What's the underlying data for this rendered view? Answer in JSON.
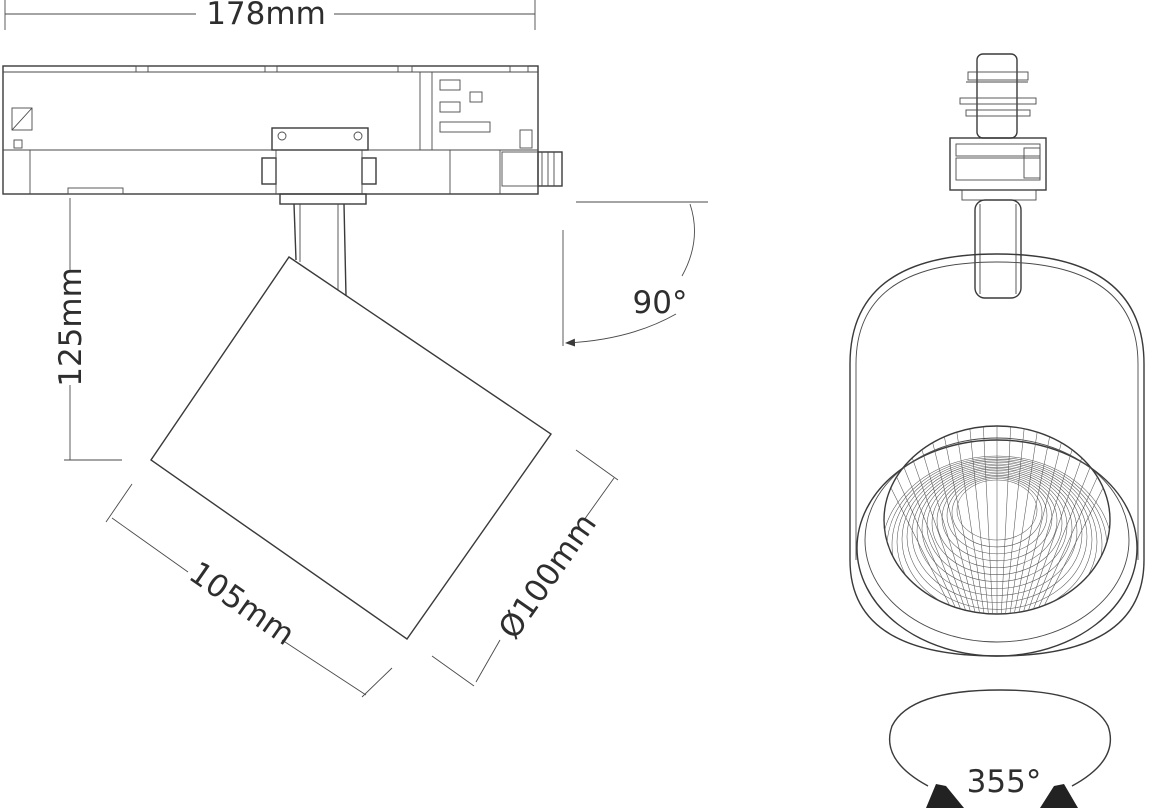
{
  "dimensions": {
    "track_width": "178mm",
    "drop_height": "125mm",
    "body_length": "105mm",
    "diameter": "Ø100mm",
    "tilt_angle": "90°",
    "rotation_angle": "355°"
  },
  "colors": {
    "line": "#3a3a3a",
    "text": "#2e2e2e",
    "arrow_fill": "#222222",
    "background": "#ffffff"
  }
}
